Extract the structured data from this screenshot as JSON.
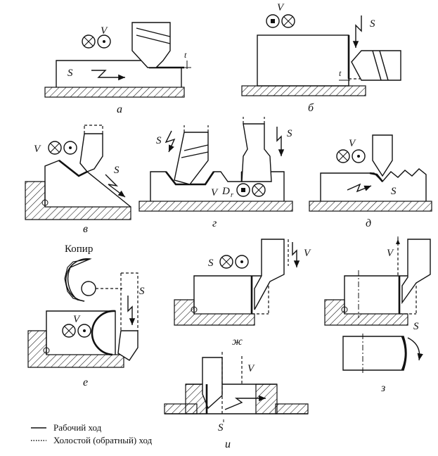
{
  "panels": {
    "a": {
      "label": "а",
      "v": "V",
      "s": "S",
      "t": "t"
    },
    "b": {
      "label": "б",
      "v": "V",
      "s": "S",
      "t": "t"
    },
    "v": {
      "label": "в",
      "v": "V",
      "s": "S"
    },
    "g": {
      "label": "г",
      "v": "V",
      "s1": "S",
      "s2": "S",
      "dr": "D",
      "dr_sub": "r"
    },
    "d": {
      "label": "д",
      "v": "V",
      "s": "S"
    },
    "e": {
      "label": "е",
      "v": "V",
      "s": "S",
      "copier": "Копир"
    },
    "zh": {
      "label": "ж",
      "v": "V",
      "s": "S"
    },
    "z": {
      "label": "з",
      "v": "V",
      "s": "S"
    },
    "i": {
      "label": "и",
      "v": "V",
      "s": "S"
    }
  },
  "legend": {
    "working": "Рабочий ход",
    "idle": "Холостой (обратный) ход"
  }
}
